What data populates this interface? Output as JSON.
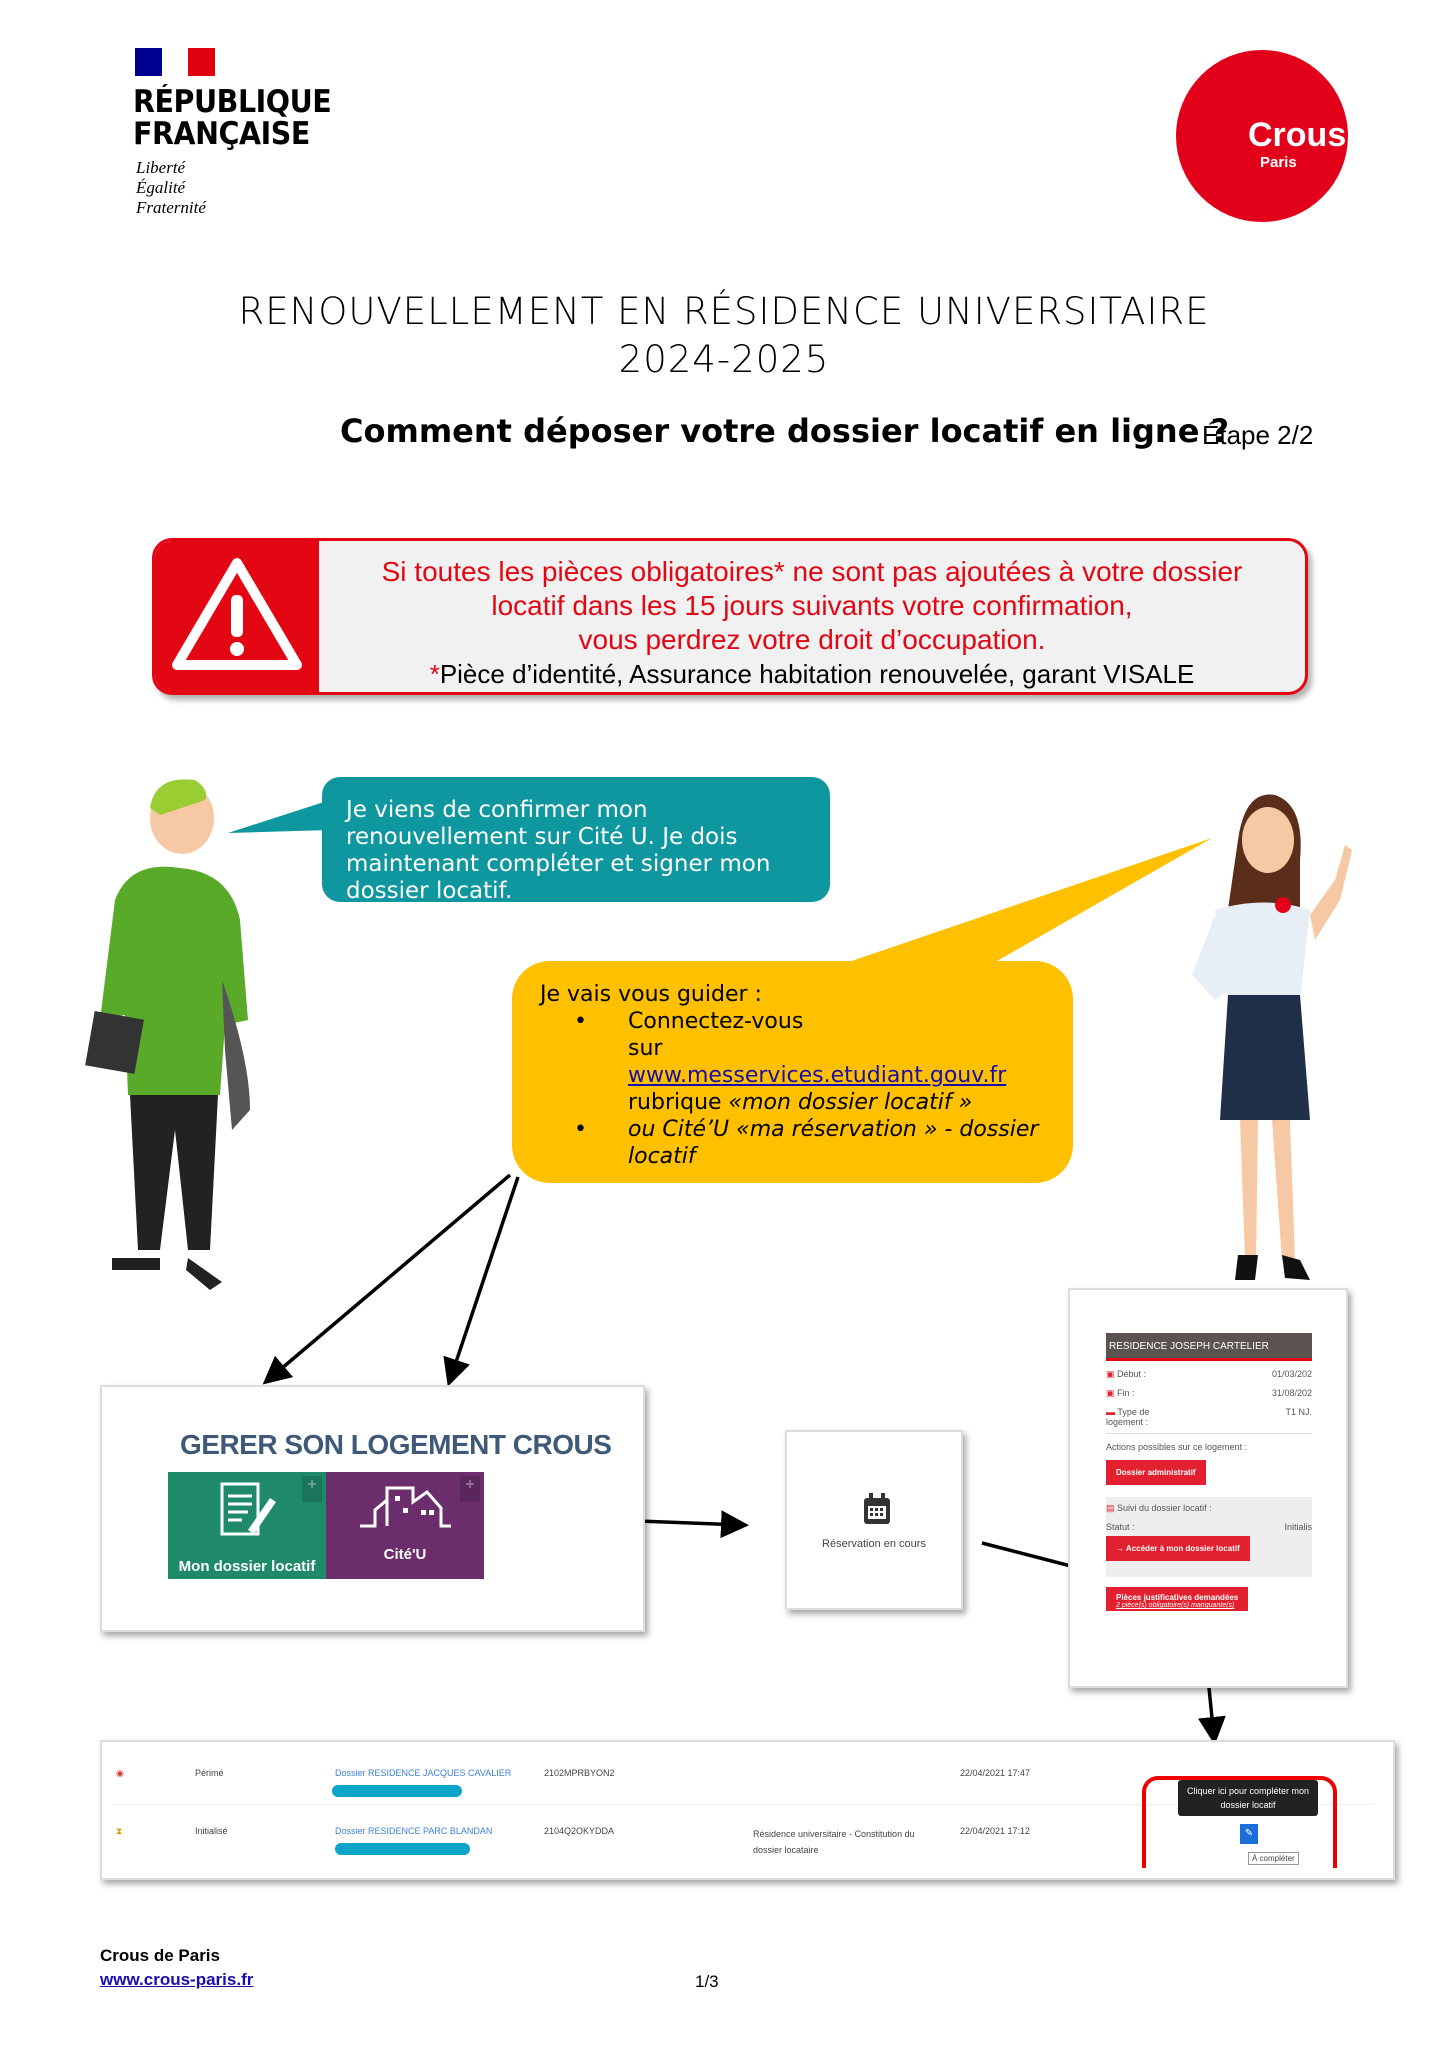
{
  "header": {
    "rf_name": [
      "RÉPUBLIQUE",
      "FRANÇAISE"
    ],
    "rf_devise": [
      "Liberté",
      "Égalité",
      "Fraternité"
    ],
    "crous_logo": {
      "name": "Crous",
      "city": "Paris"
    },
    "title_line1": "RENOUVELLEMENT EN RÉSIDENCE UNIVERSITAIRE",
    "title_line2": "2024-2025",
    "subtitle": "Comment déposer votre dossier locatif en ligne ?",
    "step": "Étape 2/2"
  },
  "warning": {
    "line1": "Si toutes les pièces obligatoires* ne sont pas ajoutées à votre dossier",
    "line2": "locatif dans les 15 jours suivants votre confirmation,",
    "line3": "vous perdrez votre droit d’occupation.",
    "note_star": "*",
    "note": "Pièce d’identité, Assurance habitation renouvelée, garant VISALE"
  },
  "student_bubble": "Je viens de confirmer mon renouvellement sur Cité U. Je dois maintenant compléter et signer mon dossier locatif.",
  "guide_bubble": {
    "intro": "Je vais vous guider :",
    "item1_a": "Connectez-vous",
    "item1_b": "sur ",
    "item1_link": "www.messervices.etudiant.gouv.fr",
    "item1_c": "rubrique ",
    "item1_d": "«mon dossier locatif »",
    "item2": "ou Cité’U «ma réservation » - dossier locatif"
  },
  "gerer_panel": {
    "title": "GERER SON LOGEMENT CROUS",
    "tile1": "Mon dossier locatif",
    "tile2": "Cité'U",
    "colors": {
      "tile1": "#1f8a6a",
      "tile2": "#6b2d6b"
    }
  },
  "reservation_panel": {
    "label": "Réservation en cours"
  },
  "residence_panel": {
    "name": "RESIDENCE JOSEPH CARTELIER",
    "debut_label": "Début :",
    "debut_value": "01/03/202",
    "fin_label": "Fin :",
    "fin_value": "31/08/202",
    "type_label": "Type de logement :",
    "type_value": "T1 NJ.",
    "actions_label": "Actions possibles sur ce logement :",
    "btn_admin": "Dossier administratif",
    "suivi_label": "Suivi du dossier locatif :",
    "statut_label": "Statut :",
    "statut_value": "Initialis",
    "btn_acceder": "→ Accéder à mon dossier locatif",
    "btn_pieces": "Pièces justificatives demandées",
    "pieces_sub": "2 pièce(s) obligatoire(s) manquante(s)"
  },
  "dossiers_table": {
    "rows": [
      {
        "status": "Périmé",
        "dossier": "Dossier RESIDENCE JACQUES CAVALIER",
        "ref": "2102MPRBYON2",
        "desc": "",
        "date": "22/04/2021 17:47"
      },
      {
        "status": "Initialisé",
        "dossier": "Dossier RESIDENCE PARC BLANDAN",
        "ref": "2104Q2OKYDDA",
        "desc": "Résidence universitaire - Constitution du dossier locataire",
        "date": "22/04/2021 17:12"
      }
    ],
    "tooltip": "Cliquer ici pour compléter mon dossier locatif",
    "action_label": "À compléter"
  },
  "footer": {
    "org": "Crous de Paris",
    "link": "www.crous-paris.fr",
    "page": "1/3"
  }
}
